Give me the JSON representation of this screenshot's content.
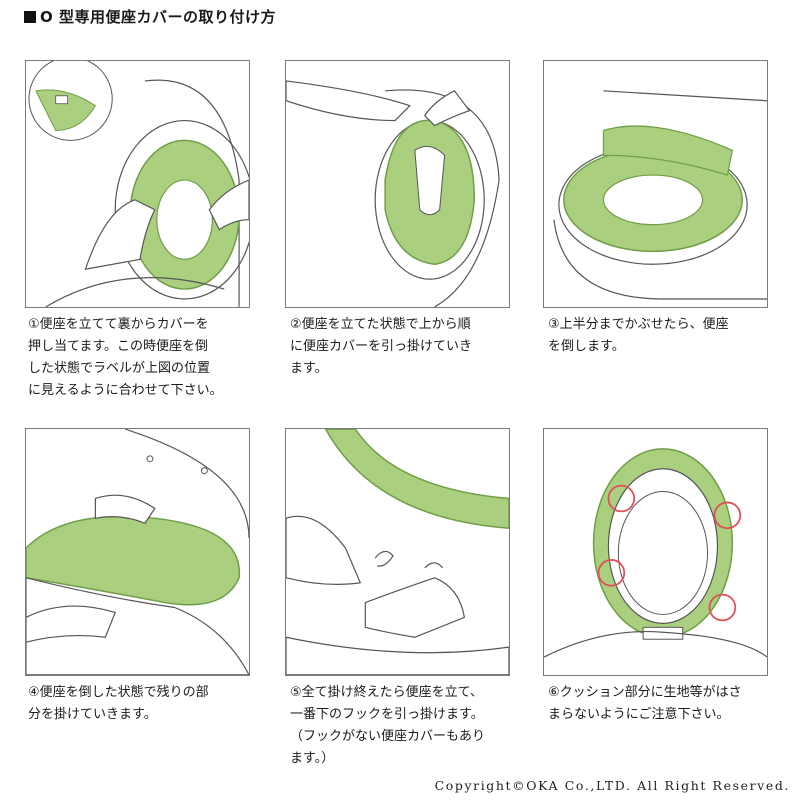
{
  "header": {
    "title": "O 型専用便座カバーの取り付け方"
  },
  "colors": {
    "cover_green": "#a9cf7f",
    "cover_dark": "#6f9e46",
    "line": "#555555",
    "highlight_red": "#e0505a"
  },
  "steps": [
    {
      "caption": "①便座を立てて裏からカバーを\n押し当てます。この時便座を倒\nした状態でラベルが上図の位置\nに見えるように合わせて下さい。"
    },
    {
      "caption": "②便座を立てた状態で上から順\nに便座カバーを引っ掛けていき\nます。"
    },
    {
      "caption": "③上半分までかぶせたら、便座\nを倒します。"
    },
    {
      "caption": "④便座を倒した状態で残りの部\n分を掛けていきます。"
    },
    {
      "caption": "⑤全て掛け終えたら便座を立て、\n一番下のフックを引っ掛けます。\n（フックがない便座カバーもあり\nます。）"
    },
    {
      "caption": "⑥クッション部分に生地等がはさ\nまらないようにご注意下さい。"
    }
  ],
  "footer": {
    "copyright": "Copyright©OKA Co.,LTD. All Right Reserved."
  }
}
